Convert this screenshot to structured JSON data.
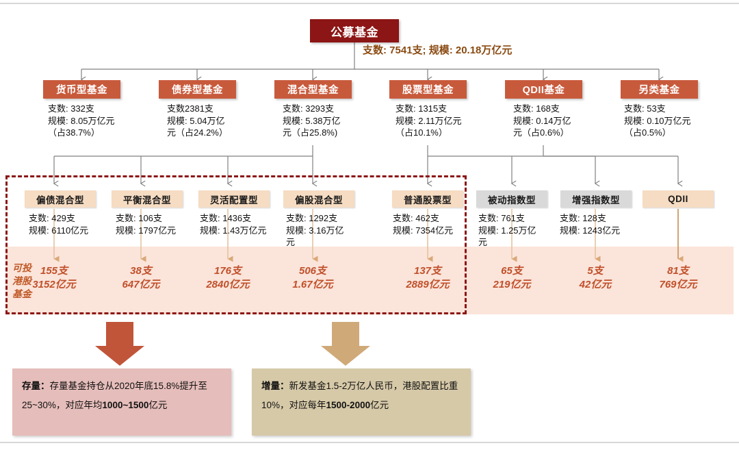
{
  "title": "公募基金",
  "root_stat": "支数: 7541支;  规模: 20.18万亿元",
  "level2": [
    {
      "label": "货币型基金",
      "stats": "支数: 332支\n规模: 8.05万亿元\n（占38.7%）"
    },
    {
      "label": "债券型基金",
      "stats": "支数2381支\n规模: 5.04万亿\n元（占24.2%）"
    },
    {
      "label": "混合型基金",
      "stats": "支数: 3293支\n规模: 5.38万亿\n元（占25.8%)"
    },
    {
      "label": "股票型基金",
      "stats": "支数: 1315支\n规模: 2.11万亿元\n（占10.1%）"
    },
    {
      "label": "QDII基金",
      "stats": "支数: 168支\n规模: 0.14万亿\n元（占0.6%）"
    },
    {
      "label": "另类基金",
      "stats": "支数: 53支\n规模: 0.10万亿元\n（占0.5%）"
    }
  ],
  "level3": [
    {
      "label": "偏债混合型",
      "style": "orange",
      "stats": "支数: 429支\n规模: 6110亿元",
      "hk_count": "155支",
      "hk_size": "3152亿元"
    },
    {
      "label": "平衡混合型",
      "style": "orange",
      "stats": "支数: 106支\n规模: 1797亿元",
      "hk_count": "38支",
      "hk_size": "647亿元"
    },
    {
      "label": "灵活配置型",
      "style": "orange",
      "stats": "支数: 1436支\n规模: 1.43万亿元",
      "hk_count": "176支",
      "hk_size": "2840亿元"
    },
    {
      "label": "偏股混合型",
      "style": "orange",
      "stats": "支数: 1292支\n规模: 3.16万亿\n元",
      "hk_count": "506支",
      "hk_size": "1.67亿元"
    },
    {
      "label": "普通股票型",
      "style": "orange",
      "stats": "支数: 462支\n规模: 7354亿元",
      "hk_count": "137支",
      "hk_size": "2889亿元"
    },
    {
      "label": "被动指数型",
      "style": "gray",
      "stats": "支数: 761支\n规模: 1.25万亿\n元",
      "hk_count": "65支",
      "hk_size": "219亿元"
    },
    {
      "label": "增强指数型",
      "style": "gray",
      "stats": "支数: 128支\n规模: 1243亿元",
      "hk_count": "5支",
      "hk_size": "42亿元"
    },
    {
      "label": "QDII",
      "style": "orange",
      "stats": "",
      "hk_count": "81支",
      "hk_size": "769亿元"
    }
  ],
  "hk_group_label": "可投\n港股\n基金",
  "summary_stock": {
    "lead": "存量：",
    "rest_1": "存量基金持仓从2020年底",
    "rest_2": "15.8%提升至25~30%，对应年均",
    "bold_tail": "1000~1500",
    "tail_unit": "亿元"
  },
  "summary_incr": {
    "lead": "增量：",
    "rest_1": "新发基金1.5-2万亿人民币，港",
    "rest_2a": "股配置比重10%，对应每年",
    "bold_tail": "1500-2000",
    "tail_unit": "亿元"
  },
  "colors": {
    "root_box": "#8C1515",
    "level2_box": "#C85A3C",
    "level3_orange": "#F6DCC2",
    "level3_gray": "#D9D9D9",
    "hk_band": "#FBE4DA",
    "hk_text": "#C0502A",
    "dashed_border": "#8C1515",
    "arrow_stock": "#C1553A",
    "arrow_incr": "#CFA978",
    "summary_stock_bg": "#E5BDBA",
    "summary_incr_bg": "#D6C9A8",
    "connector": "#808080",
    "top_stat_text": "#8a4a12"
  }
}
